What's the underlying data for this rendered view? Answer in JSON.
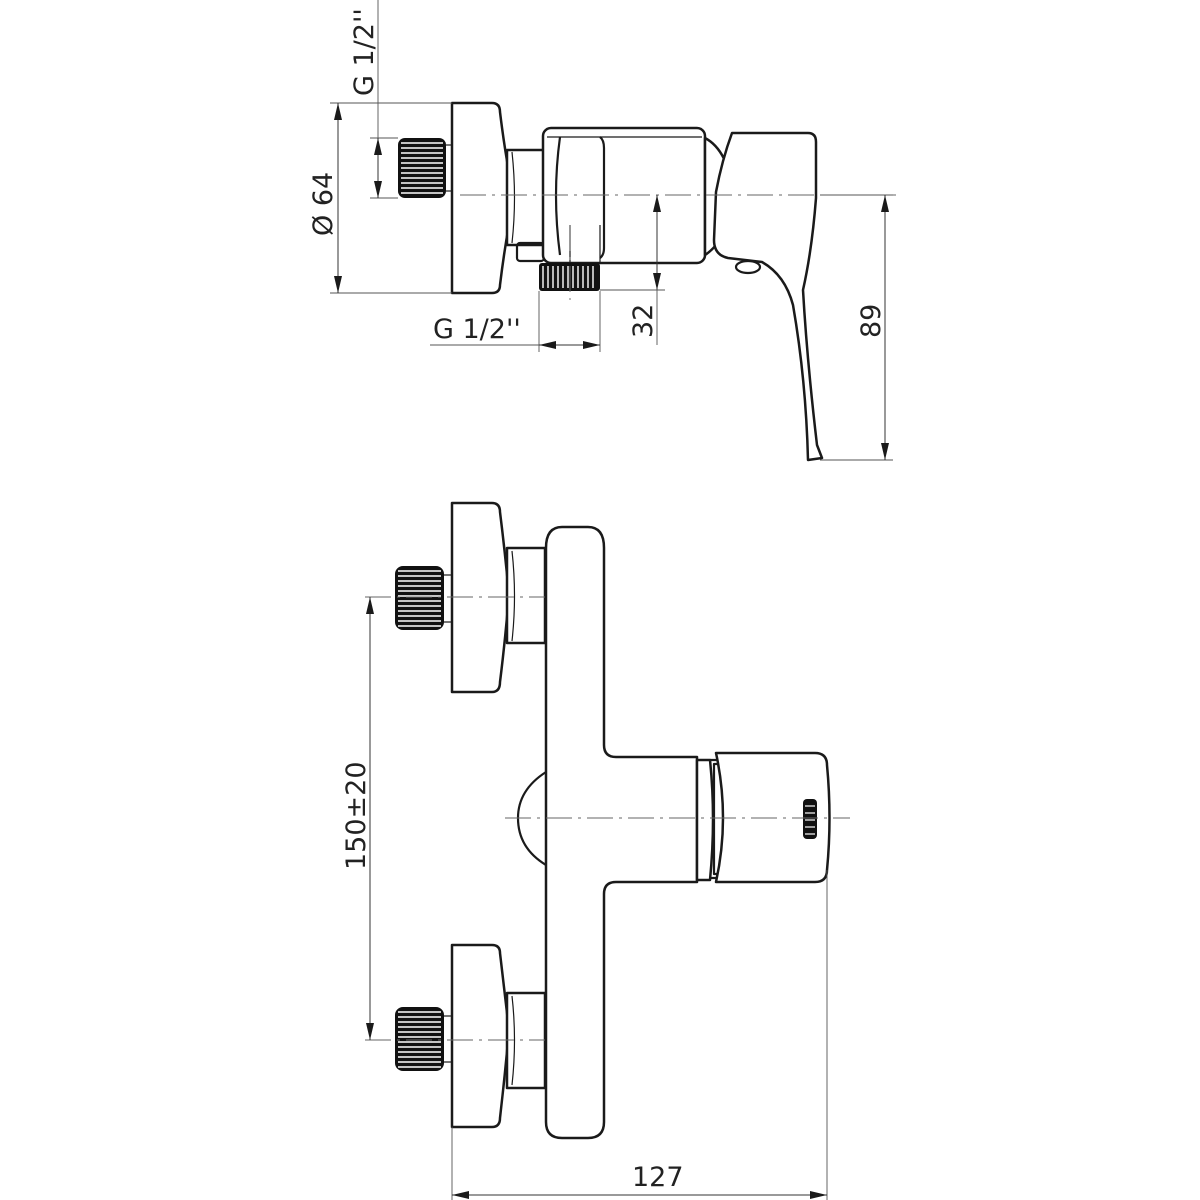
{
  "dimensions": {
    "side_view": {
      "thread_inlet": "G 1/2''",
      "diameter": "Ø 64",
      "thread_outlet": "G 1/2''",
      "outlet_offset": "32",
      "lever_height": "89"
    },
    "front_view": {
      "inlet_spacing": "150±20",
      "overall_width": "127"
    }
  },
  "colors": {
    "line": "#1a1a1a",
    "background": "#ffffff"
  }
}
